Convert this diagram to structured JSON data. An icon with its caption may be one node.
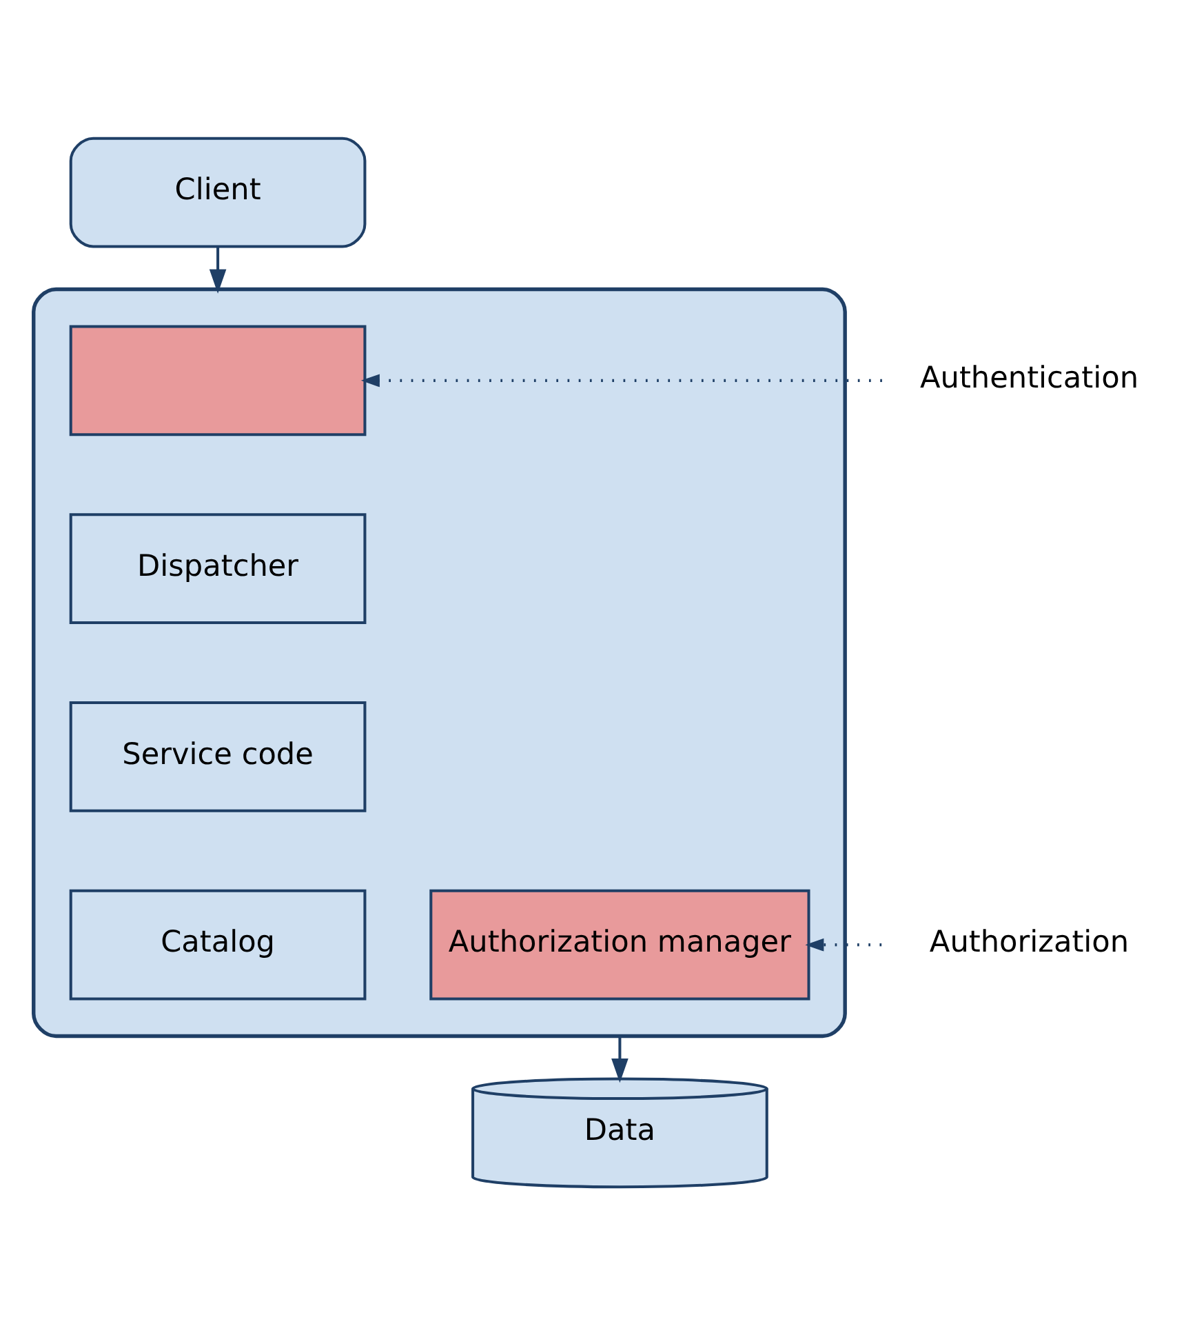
{
  "diagram": {
    "nodes": [
      {
        "text": [
          "Client"
        ]
      },
      {
        "text": [],
        "shape": "box"
      },
      {
        "text": [],
        "shape": "box",
        "in": 1
      },
      {
        "text": [
          "Dispatcher"
        ],
        "in": 1
      },
      {
        "text": [
          "Service code"
        ],
        "in": 1
      },
      {
        "text": [
          "Catalog"
        ],
        "in": 1
      },
      {
        "text": [
          "Authorization manager"
        ],
        "in": 1
      },
      {
        "text": [
          "Authentication"
        ]
      },
      {
        "text": [
          "Authorization"
        ]
      },
      {
        "text": [
          "Data"
        ]
      }
    ],
    "edges": [
      {
        "from": 0,
        "to": 1,
        "arrow": "to"
      },
      {
        "from": 7,
        "to": 2,
        "arrow": "to",
        "style": "dashed"
      },
      {
        "from": 8,
        "to": 6,
        "arrow": "to",
        "style": "dashed"
      },
      {
        "from": 1,
        "to": 9,
        "arrow": "to"
      }
    ]
  }
}
